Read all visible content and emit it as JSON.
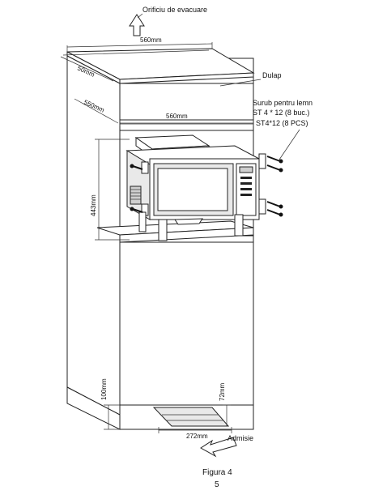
{
  "labels": {
    "exhaust": "Orificiu de evacuare",
    "cabinet": "Dulap",
    "screw_title": "Surub pentru lemn",
    "screw_spec": "ST 4 * 12 (8 buc.)",
    "screw_ghost": "ST4*12 (8 PCS)",
    "intake": "Admisie",
    "caption": "Figura 4",
    "page_fragment": "5"
  },
  "dimensions": {
    "top_width": "560mm",
    "top_depth": "50mm",
    "depth": "550mm",
    "inner_width": "560mm",
    "height": "443mm",
    "bottom_height": "100mm",
    "vent_height": "72mm",
    "vent_width": "272mm"
  }
}
